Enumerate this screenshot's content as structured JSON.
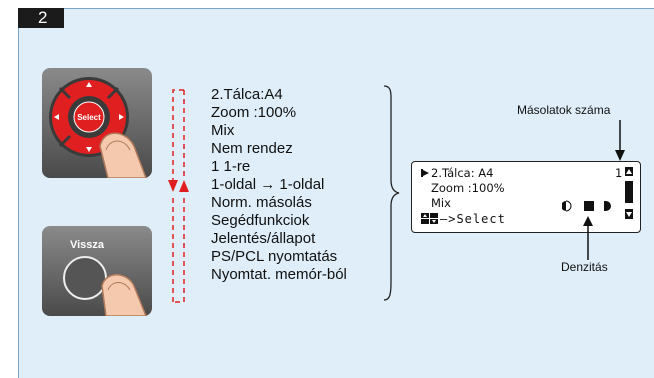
{
  "step_number": "2",
  "keypad": {
    "select_label": "Select",
    "back_label": "Vissza"
  },
  "menu": {
    "items": [
      "2.Tálca:A4",
      "Zoom :100%",
      "Mix",
      "Nem rendez",
      "1 1-re",
      "1-oldal  →  1-oldal",
      "Norm. másolás",
      "Segédfunkciok",
      "Jelentés/állapot",
      "PS/PCL nyomtatás",
      "Nyomtat. memór-ból"
    ]
  },
  "lcd": {
    "line1": "2.Tálca: A4",
    "copies_value": "1",
    "line2": "Zoom :100%",
    "line3": "Mix",
    "select_line": "—>Select"
  },
  "labels": {
    "copies": "Másolatok száma",
    "density": "Denzitás"
  },
  "colors": {
    "panel": "#dfeef9",
    "accent_red": "#e02020",
    "dark": "#222222"
  }
}
